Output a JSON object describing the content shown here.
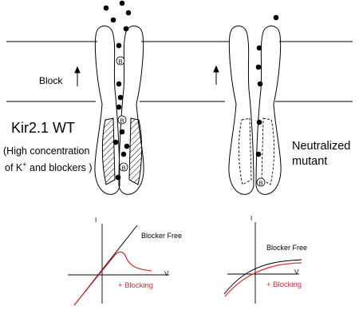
{
  "labels": {
    "block": "Block",
    "wt_title": "Kir2.1 WT",
    "wt_note_line1": "(High concentration",
    "wt_note_line2_pre": "of K",
    "wt_note_line2_sup": "+",
    "wt_note_line2_post": " and blockers )",
    "mutant_line1": "Neutralized",
    "mutant_line2": "mutant",
    "blocker_letter": "B"
  },
  "iv_plots": {
    "left": {
      "y_label": "I",
      "x_label": "V",
      "free_label": "Blocker Free",
      "blocking_label": "+ Blocking"
    },
    "right": {
      "y_label": "I",
      "x_label": "V",
      "free_label": "Blocker Free",
      "blocking_label": "+ Blocking"
    }
  },
  "colors": {
    "ink": "#000000",
    "blocking": "#e0282c"
  }
}
